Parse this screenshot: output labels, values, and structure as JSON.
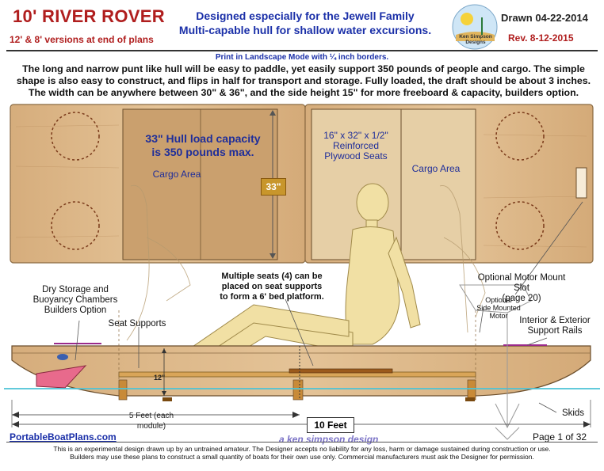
{
  "header": {
    "title": "10' RIVER ROVER",
    "subtitle": "12' & 8' versions at end of plans",
    "designed_for": "Designed especially for the Jewell Family",
    "hull_desc": "Multi-capable hull for shallow water excursions.",
    "drawn": "Drawn 04-22-2014",
    "rev": "Rev. 8-12-2015",
    "logo_text": "Ken Simpson Designs"
  },
  "print_note": "Print in Landscape Mode with ¼ inch borders.",
  "description": "The long and narrow punt like hull will be easy to paddle, yet easily support 350 pounds of people and cargo.  The simple shape is also easy to construct, and flips in half for transport and storage. Fully loaded, the draft should be about 3 inches. The width can be anywhere between 30\" & 36\", and the side height 15\" for more freeboard & capacity, builders option.",
  "labels": {
    "hull_capacity_1": "33\" Hull load capacity",
    "hull_capacity_2": "is 350 pounds max.",
    "dim_33": "33\"",
    "cargo_left": "Cargo Area",
    "cargo_right": "Cargo Area",
    "seats_1": "16\" x 32\" x 1/2\"",
    "seats_2": "Reinforced",
    "seats_3": "Plywood Seats",
    "dry_1": "Dry Storage and",
    "dry_2": "Buoyancy Chambers",
    "dry_3": "Builders Option",
    "seat_supports": "Seat Supports",
    "multi_1": "Multiple seats (4) can be",
    "multi_2": "placed on seat supports",
    "multi_3": "to form a 6' bed platform.",
    "motor_1": "Optional Motor Mount Slot",
    "motor_2": "(page 20)",
    "side_1": "Optional",
    "side_2": "Side Mounted",
    "side_3": "Motor",
    "rails_1": "Interior & Exterior",
    "rails_2": "Support Rails",
    "five_feet": "5 Feet (each module)",
    "dim_12": "12\"",
    "ten_feet": "10 Feet",
    "skids": "Skids"
  },
  "footer": {
    "site": "PortableBoatPlans.com",
    "designer": "a ken simpson design",
    "page": "Page 1 of  32",
    "disclaimer_1": "This is an experimental design drawn up by an untrained amateur. The Designer accepts no liability for any loss, harm or damage sustained during construction or use.",
    "disclaimer_2": "Builders may use these plans to construct a small quantity of boats for their own use only.  Commercial manufacturers must ask the Designer for permission."
  },
  "colors": {
    "title_red": "#b01e1e",
    "heading_blue": "#1a2fa8",
    "wood": "#d9b384",
    "wood_light": "#e9cfa6",
    "seat_wood": "#c49a6c",
    "figure": "#f1e0a4",
    "water": "#4cc3d6",
    "pink": "#e86a8c"
  }
}
